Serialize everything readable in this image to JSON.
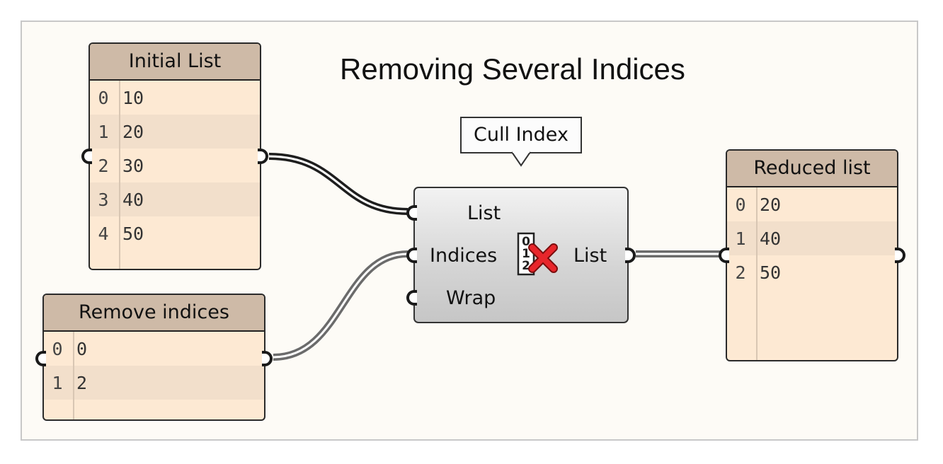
{
  "title": "Removing Several Indices",
  "panels": {
    "initial": {
      "title": "Initial List",
      "rows": [
        {
          "index": "0",
          "value": "10"
        },
        {
          "index": "1",
          "value": "20"
        },
        {
          "index": "2",
          "value": "30"
        },
        {
          "index": "3",
          "value": "40"
        },
        {
          "index": "4",
          "value": "50"
        }
      ]
    },
    "remove": {
      "title": "Remove indices",
      "rows": [
        {
          "index": "0",
          "value": "0"
        },
        {
          "index": "1",
          "value": "2"
        }
      ]
    },
    "reduced": {
      "title": "Reduced list",
      "rows": [
        {
          "index": "0",
          "value": "20"
        },
        {
          "index": "1",
          "value": "40"
        },
        {
          "index": "2",
          "value": "50"
        }
      ]
    }
  },
  "component": {
    "tooltip": "Cull Index",
    "inputs": [
      "List",
      "Indices",
      "Wrap"
    ],
    "output": "List",
    "icon": "cull-index-icon"
  },
  "colors": {
    "panel_body": "#fde9d3",
    "panel_header": "#cebaa7",
    "wire": "#6b6b6b",
    "cull_x": "#e8262b"
  }
}
